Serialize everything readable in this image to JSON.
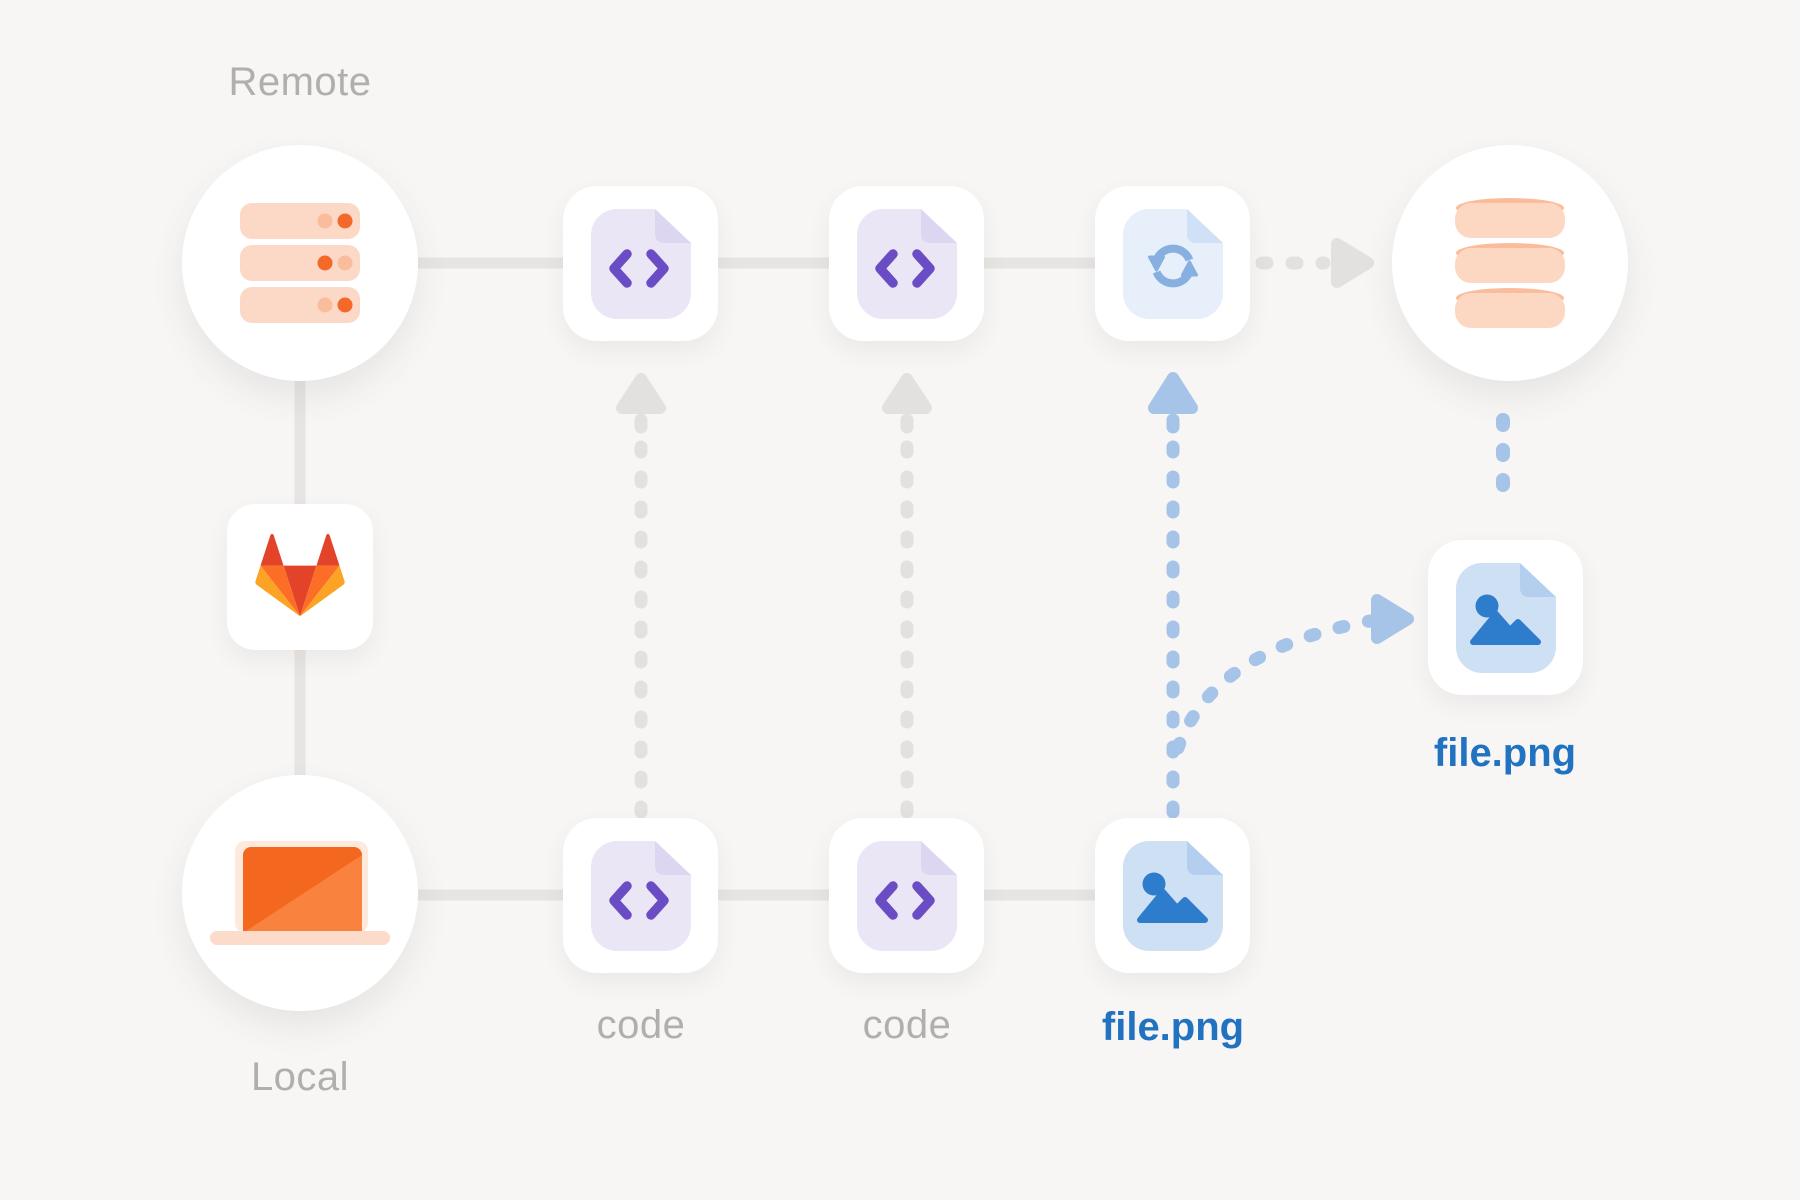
{
  "labels": {
    "remote": "Remote",
    "local": "Local"
  },
  "nodes": {
    "remote_server": {
      "icon": "server-icon"
    },
    "gitlab": {
      "icon": "gitlab-logo-icon"
    },
    "local_laptop": {
      "icon": "laptop-icon"
    },
    "lfs_storage": {
      "icon": "database-icon"
    },
    "remote_code_file_1": {
      "icon": "code-file-icon"
    },
    "remote_code_file_2": {
      "icon": "code-file-icon"
    },
    "lfs_pointer_file": {
      "icon": "sync-file-icon"
    },
    "local_code_file_1": {
      "icon": "code-file-icon",
      "label": "code"
    },
    "local_code_file_2": {
      "icon": "code-file-icon",
      "label": "code"
    },
    "local_image_file": {
      "icon": "image-file-icon",
      "label": "file.png"
    },
    "stored_image_file": {
      "icon": "image-file-icon",
      "label": "file.png"
    }
  },
  "colors": {
    "background": "#f7f6f5",
    "card_white": "#ffffff",
    "gray_text": "#b1aeab",
    "gray_line_solid": "#e7e5e3",
    "gray_dash": "#e3e1df",
    "blue_dash": "#a6c3e8",
    "file_label_blue": "#2173c2",
    "image_glyph_blue": "#2e7ccc",
    "image_file_body": "#cde0f4",
    "image_file_fold": "#b3ceee",
    "sync_file_body": "#e7effb",
    "sync_file_fold": "#d0e0f6",
    "sync_glyph_blue": "#87afe0",
    "code_file_body": "#eae6f6",
    "code_file_fold": "#ddd6f0",
    "code_glyph_purple": "#6a4dc4",
    "peach_light": "#fcd9c6",
    "peach_dark": "#fbbc9b",
    "dot_orange": "#f4682a",
    "dot_peach": "#f9bd9c",
    "laptop_screen": "#f4671f",
    "laptop_screen_light": "#f8823e",
    "laptop_frame": "#fdeadd",
    "laptop_base": "#fcdbca",
    "gitlab_red": "#e24329",
    "gitlab_orange": "#fc6d26",
    "gitlab_amber": "#fca326"
  }
}
